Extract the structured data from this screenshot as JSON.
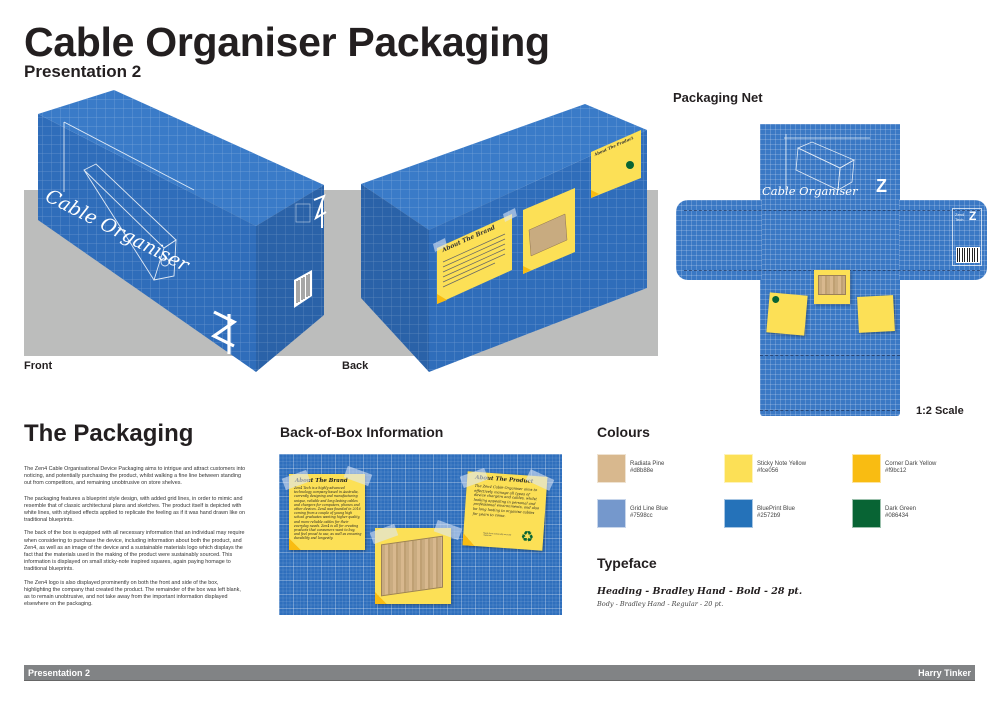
{
  "header": {
    "title": "Cable Organiser Packaging",
    "subtitle": "Presentation 2"
  },
  "views": {
    "front": {
      "label": "Front",
      "product_name": "Cable Organiser",
      "logo": "Z4",
      "side_brand": "Zen4 Tech"
    },
    "back": {
      "label": "Back",
      "notes": [
        "About The Brand",
        "About The Product"
      ]
    }
  },
  "net": {
    "heading": "Packaging Net",
    "product_name": "Cable Organiser",
    "logo": "Z4",
    "side_brand": "Zen4 Tech",
    "scale": "1:2 Scale"
  },
  "packaging": {
    "heading": "The Packaging",
    "paragraphs": [
      "The Zen4 Cable Organisational Device Packaging aims to intrigue and attract customers into noticing, and potentially purchasing the product, whilst walking a fine line between standing out from competitors, and remaining unobtrusive on store shelves.",
      "The packaging features a blueprint style design, with added grid lines, in order to mimic and resemble that of classic architectural plans and sketches. The product itself is depicted with white lines, with stylised effects applied to replicate the feeling as if it was hand drawn like on traditional blueprints.",
      "The back of the box is equipped with all necessary information that an individual may require when considering to purchase the device, including information about both the product, and Zen4, as well as an image of the device and a sustainable materials logo which displays the fact that the materials used in the making of the product were sustainably sourced. This information is displayed on small sticky-note inspired squares, again paying homage to traditional blueprints.",
      "The Zen4 logo is also displayed prominently on both the front and side of the box, highlighting the company that created the product. The remainder of the box was left blank, as to remain unobtrusive, and not take away from the important information displayed elsewhere on the packaging."
    ]
  },
  "back_info": {
    "heading": "Back-of-Box Information",
    "brand_note": {
      "title": "About The Brand",
      "body": "Zen4 Tech is a highly advanced technology company based in Australia, currently designing and manufacturing unique, reliable and long lasting cables and chargers for computers, phones and other devices. Zen4 was founded in 2016 coming from a couple of young high school graduates wanting higher quality, and more reliable cables for their everyday needs. Zen4 is all for creating products that consumers want to buy, and feel proud to use, as well as ensuring durability and longevity."
    },
    "product_note": {
      "title": "About The Product",
      "body": "The Zen4 Cable Organiser aims to effectively manage all types of device chargers and cables, whilst looking appealing in personal and professional environments, and also be long lasting to organise cables for years to come.",
      "footnote": "Made from sustainably sourced materials"
    }
  },
  "colours": {
    "heading": "Colours",
    "swatches": [
      {
        "name": "Radiata Pine",
        "hex": "#d8b88e"
      },
      {
        "name": "Sticky Note Yellow",
        "hex": "#fce056"
      },
      {
        "name": "Corner Dark Yellow",
        "hex": "#f9bc12"
      },
      {
        "name": "Grid Line Blue",
        "hex": "#7598cc"
      },
      {
        "name": "BluePrint Blue",
        "hex": "#2572b9"
      },
      {
        "name": "Dark Green",
        "hex": "#086434"
      }
    ]
  },
  "typeface": {
    "heading": "Typeface",
    "heading_spec": "Heading - Bradley Hand - Bold - 28 pt.",
    "body_spec": "Body - Bradley Hand - Regular - 20 pt."
  },
  "footer": {
    "left": "Presentation 2",
    "right": "Harry Tinker"
  }
}
